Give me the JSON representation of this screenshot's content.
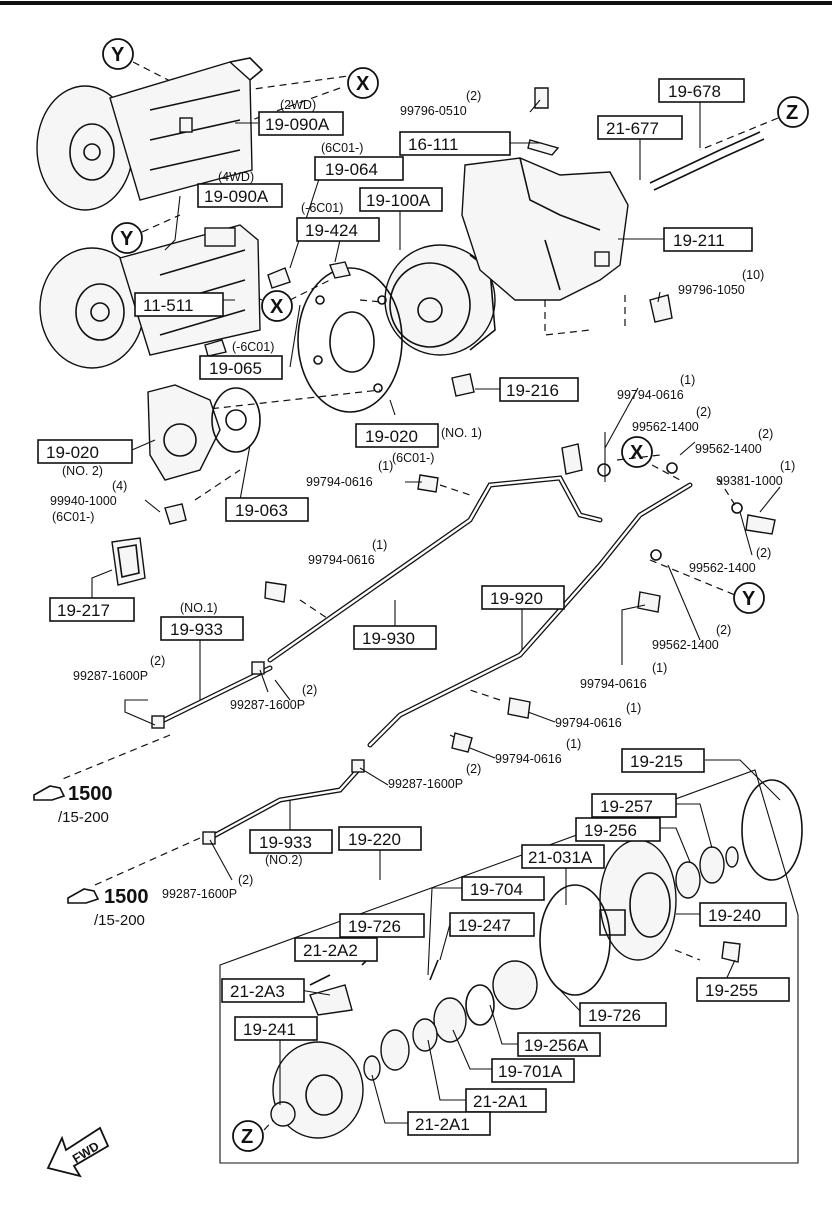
{
  "parts": {
    "p19_678": "19-678",
    "p21_677": "21-677",
    "p16_111": "16-111",
    "p19_090A_2wd": "19-090A",
    "p19_064": "19-064",
    "p19_090A_4wd": "19-090A",
    "p19_100A": "19-100A",
    "p19_424": "19-424",
    "p19_211": "19-211",
    "p11_511": "11-511",
    "p19_065": "19-065",
    "p19_216": "19-216",
    "p19_020_no1": "19-020",
    "p19_020_no2": "19-020",
    "p19_063": "19-063",
    "p19_217": "19-217",
    "p19_933_no1": "19-933",
    "p19_930": "19-930",
    "p19_920": "19-920",
    "p19_933_no2": "19-933",
    "p19_220": "19-220",
    "p19_215": "19-215",
    "p19_257": "19-257",
    "p19_256": "19-256",
    "p21_031A": "21-031A",
    "p19_704": "19-704",
    "p19_240": "19-240",
    "p19_726_a": "19-726",
    "p19_247": "19-247",
    "p21_2A2": "21-2A2",
    "p21_2A3": "21-2A3",
    "p19_255": "19-255",
    "p19_726_b": "19-726",
    "p19_241": "19-241",
    "p19_256A": "19-256A",
    "p19_701A": "19-701A",
    "p21_2A1_a": "21-2A1",
    "p21_2A1_b": "21-2A1"
  },
  "notes": {
    "n_2wd": "(2WD)",
    "n_4wd": "(4WD)",
    "n_6c01_minus_064": "(6C01-)",
    "n_minus_6c01_424": "(-6C01)",
    "n_minus_6c01_065": "(-6C01)",
    "n_no1_020": "(NO. 1)",
    "n_no2_020": "(NO. 2)",
    "n_no1_933": "(NO.1)",
    "n_no2_933": "(NO.2)",
    "n_6c01_minus_bolt": "(6C01-)",
    "n_6c01_minus_nut": "(6C01-)"
  },
  "fasteners": {
    "f1": {
      "qty": "(2)",
      "code": "99796-0510"
    },
    "f2": {
      "qty": "(10)",
      "code": "99796-1050"
    },
    "f3": {
      "qty": "(1)",
      "code": "99794-0616"
    },
    "f4": {
      "qty": "(2)",
      "code": "99562-1400"
    },
    "f5": {
      "qty": "(2)",
      "code": "99562-1400"
    },
    "f6": {
      "qty": "(1)",
      "code": "99381-1000"
    },
    "f7": {
      "qty": "(1)",
      "code": "99794-0616"
    },
    "f8": {
      "qty": "(4)",
      "code": "99940-1000"
    },
    "f9": {
      "qty": "(2)",
      "code": "99562-1400"
    },
    "f10": {
      "qty": "(1)",
      "code": "99794-0616"
    },
    "f11": {
      "qty": "(2)",
      "code": "99562-1400"
    },
    "f12": {
      "qty": "(2)",
      "code": "99287-1600P"
    },
    "f13": {
      "qty": "(2)",
      "code": "99287-1600P"
    },
    "f14": {
      "qty": "(1)",
      "code": "99794-0616"
    },
    "f15": {
      "qty": "(1)",
      "code": "99794-0616"
    },
    "f16": {
      "qty": "(1)",
      "code": "99794-0616"
    },
    "f17": {
      "qty": "(2)",
      "code": "99287-1600P"
    },
    "f18": {
      "qty": "(2)",
      "code": "99287-1600P"
    }
  },
  "markers": {
    "x": "X",
    "y": "Y",
    "z": "Z"
  },
  "references": {
    "r1_num": "1500",
    "r1_sub": "/15-200",
    "r2_num": "1500",
    "r2_sub": "/15-200"
  },
  "fwd_label": "FWD"
}
